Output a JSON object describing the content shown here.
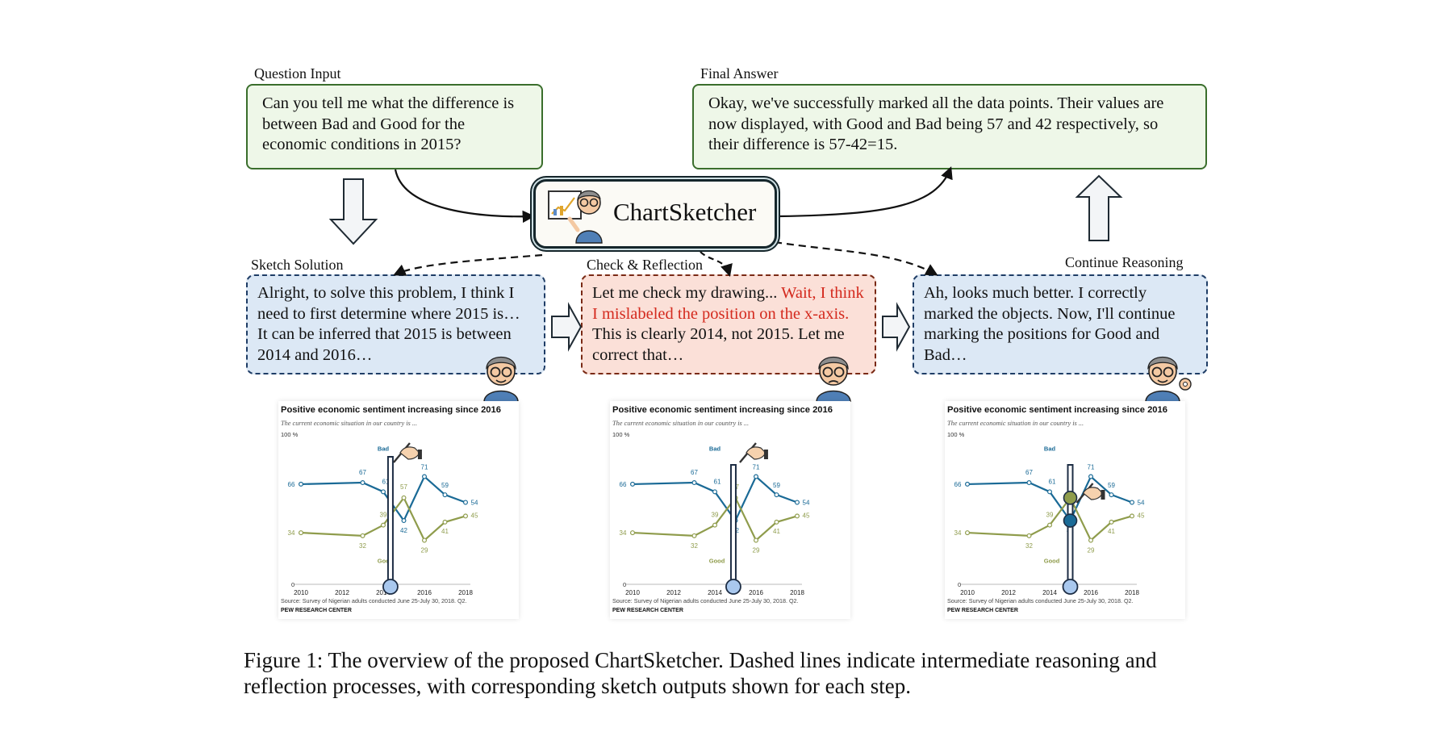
{
  "labels": {
    "question_input": "Question Input",
    "final_answer": "Final Answer",
    "sketch_solution": "Sketch Solution",
    "check_reflection": "Check & Reflection",
    "continue_reasoning": "Continue Reasoning"
  },
  "title": "ChartSketcher",
  "question": "Can you tell me what the difference is between Bad and Good for the economic conditions in 2015?",
  "answer": "Okay, we've successfully marked all the data points. Their values are now displayed, with Good and Bad being 57 and 42 respectively, so their difference is 57-42=15.",
  "sketch_text": "Alright, to solve this problem, I think I need to first determine where 2015 is… It can be inferred that 2015 is between 2014 and 2016…",
  "check_text": {
    "part1": "Let me check my drawing... ",
    "part2_red": "Wait, I think I mislabeled the position on the x-axis.",
    "part3": " This is clearly 2014, not 2015. Let me correct that…"
  },
  "continue_text": "Ah, looks much better. I correctly marked the objects. Now, I'll continue marking the positions for Good and Bad…",
  "caption": "Figure 1: The overview of the proposed ChartSketcher. Dashed lines indicate intermediate reasoning and reflection processes, with corresponding sketch outputs shown for each step.",
  "chart_data": {
    "type": "line",
    "title": "Positive economic sentiment increasing since 2016",
    "subtitle": "The current economic situation in our country is ...",
    "source": "Source: Survey of Nigerian adults conducted June 25-July 30, 2018. Q2.",
    "org": "PEW RESEARCH CENTER",
    "xlim": [
      2010,
      2018
    ],
    "ylim": [
      0,
      100
    ],
    "ytick_top": "100 %",
    "ytick_bottom": "0",
    "x_ticks": [
      "2010",
      "2012",
      "2014",
      "2016",
      "2018"
    ],
    "series": [
      {
        "name": "Bad",
        "color": "#1a6a96",
        "x": [
          2010,
          2013,
          2014,
          2015,
          2016,
          2017,
          2018
        ],
        "values": [
          66,
          67,
          61,
          42,
          71,
          59,
          54
        ]
      },
      {
        "name": "Good",
        "color": "#8f9c4c",
        "x": [
          2010,
          2013,
          2014,
          2015,
          2016,
          2017,
          2018
        ],
        "values": [
          34,
          32,
          39,
          57,
          29,
          41,
          45
        ]
      }
    ]
  },
  "colors": {
    "green_border": "#3a6e2c",
    "blue_border": "#1f3d66",
    "red_border": "#7a2a15",
    "red_text": "#d42a1e",
    "marker_fill": "#a9c8ee"
  }
}
